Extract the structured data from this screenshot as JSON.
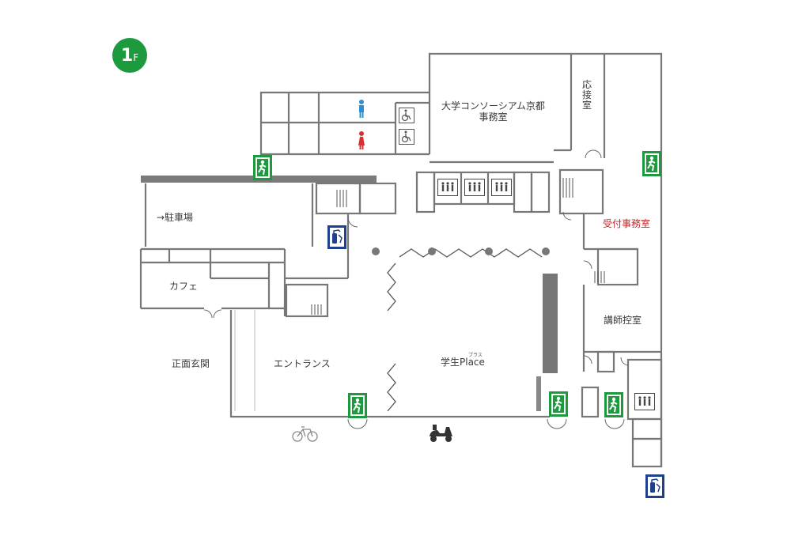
{
  "floor": {
    "number": "1",
    "suffix": "F"
  },
  "rooms": {
    "consortium_office_line1": "大学コンソーシアム京都",
    "consortium_office_line2": "事務室",
    "reception_room": "応接室",
    "parking": "→駐車場",
    "cafe": "カフェ",
    "reception_office": "受付事務室",
    "lecturer_room": "講師控室",
    "main_entrance": "正面玄関",
    "entrance": "エントランス",
    "student_place": "学生Place",
    "student_place_ruby": "プラス"
  },
  "colors": {
    "floor_badge": "#1e9a3e",
    "exit_sign": "#1e9a3e",
    "fire_extinguisher_sign": "#1f3f8f",
    "male_restroom": "#2b8fd0",
    "female_restroom": "#d8302e",
    "wall": "#777777",
    "reception_label": "#c0272d"
  },
  "icons": [
    "male-restroom-icon",
    "female-restroom-icon",
    "wheelchair-icon",
    "elevator-icon",
    "emergency-exit-icon",
    "fire-extinguisher-icon",
    "bicycle-icon",
    "scooter-icon",
    "stairs-icon"
  ]
}
